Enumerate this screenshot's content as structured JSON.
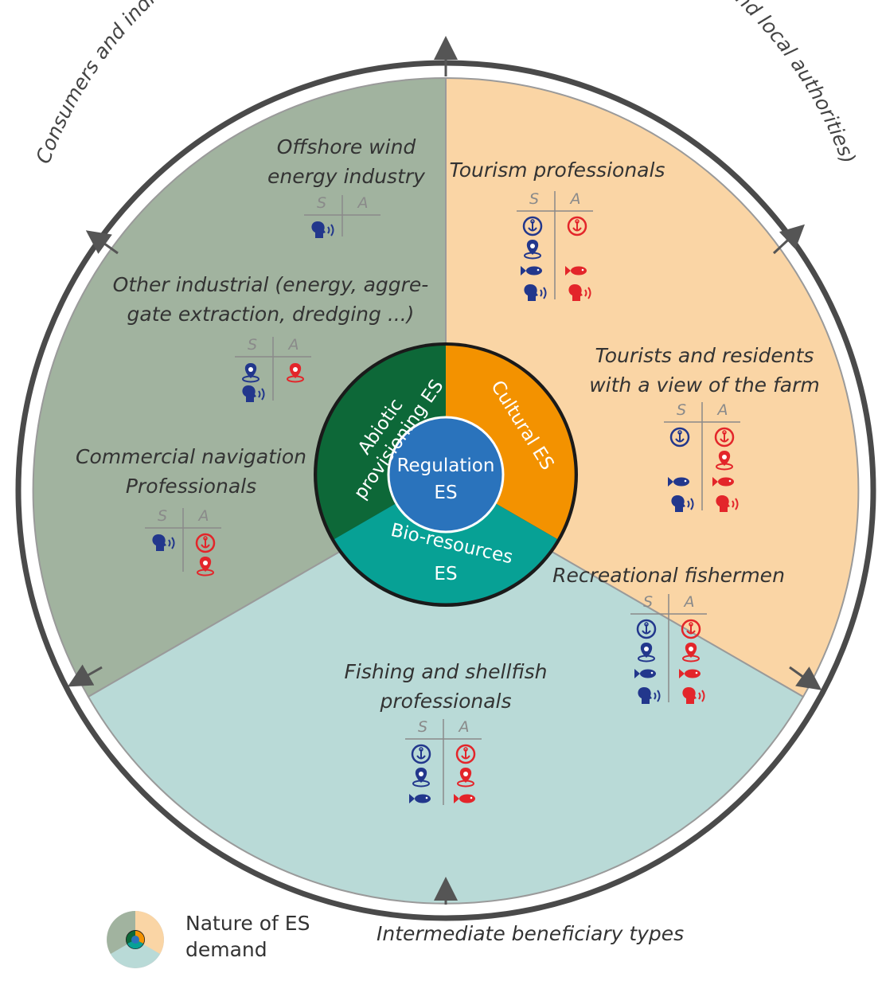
{
  "outer_ring_text": "Consumers and indirect beneficiaries (upstream and downstream industry agents and local authorities)",
  "core": {
    "abiotic": [
      "Abiotic",
      "provisioning ES"
    ],
    "cultural": "Cultural ES",
    "bio": [
      "Bio-resources",
      "ES"
    ],
    "regulation": [
      "Regulation",
      "ES"
    ]
  },
  "colors": {
    "sector_abiotic": "#a1b39f",
    "sector_cultural": "#fad5a5",
    "sector_bio": "#b9dad7",
    "core_abiotic": "#0d6838",
    "core_cultural": "#f39200",
    "core_bio": "#07a195",
    "core_regulation": "#2a73bc",
    "supply_icon": "#22378c",
    "alteration_icon": "#e3252a"
  },
  "table_headers": {
    "s": "S",
    "a": "A"
  },
  "beneficiaries": [
    {
      "id": "offshore-wind",
      "title": [
        "Offshore wind",
        "energy industry"
      ],
      "supply": [
        "voice"
      ],
      "alteration": []
    },
    {
      "id": "other-industrial",
      "title": [
        "Other industrial (energy, aggre-",
        "gate extraction, dredging ...)"
      ],
      "supply": [
        "pin",
        "voice"
      ],
      "alteration": [
        "pin"
      ]
    },
    {
      "id": "commercial-navigation",
      "title": [
        "Commercial navigation",
        "Professionals"
      ],
      "supply": [
        "voice"
      ],
      "alteration": [
        "anchor",
        "pin"
      ]
    },
    {
      "id": "tourism-professionals",
      "title": [
        "Tourism professionals"
      ],
      "supply": [
        "anchor",
        "pin",
        "fish",
        "voice"
      ],
      "alteration": [
        "anchor",
        "",
        "fish",
        "voice"
      ]
    },
    {
      "id": "tourists-residents",
      "title": [
        "Tourists and residents",
        "with a view of the farm"
      ],
      "supply": [
        "anchor",
        "",
        "fish",
        "voice"
      ],
      "alteration": [
        "anchor",
        "pin",
        "fish",
        "voice"
      ]
    },
    {
      "id": "recreational-fishermen",
      "title": [
        "Recreational fishermen"
      ],
      "supply": [
        "anchor",
        "pin",
        "fish",
        "voice"
      ],
      "alteration": [
        "anchor",
        "pin",
        "fish",
        "voice"
      ]
    },
    {
      "id": "fishing-shellfish",
      "title": [
        "Fishing and shellfish",
        "professionals"
      ],
      "supply": [
        "anchor",
        "pin",
        "fish"
      ],
      "alteration": [
        "anchor",
        "pin",
        "fish"
      ]
    }
  ],
  "legend": {
    "nature_label": [
      "Nature of ES",
      "demand"
    ],
    "types_label": "Intermediate beneficiary types"
  }
}
